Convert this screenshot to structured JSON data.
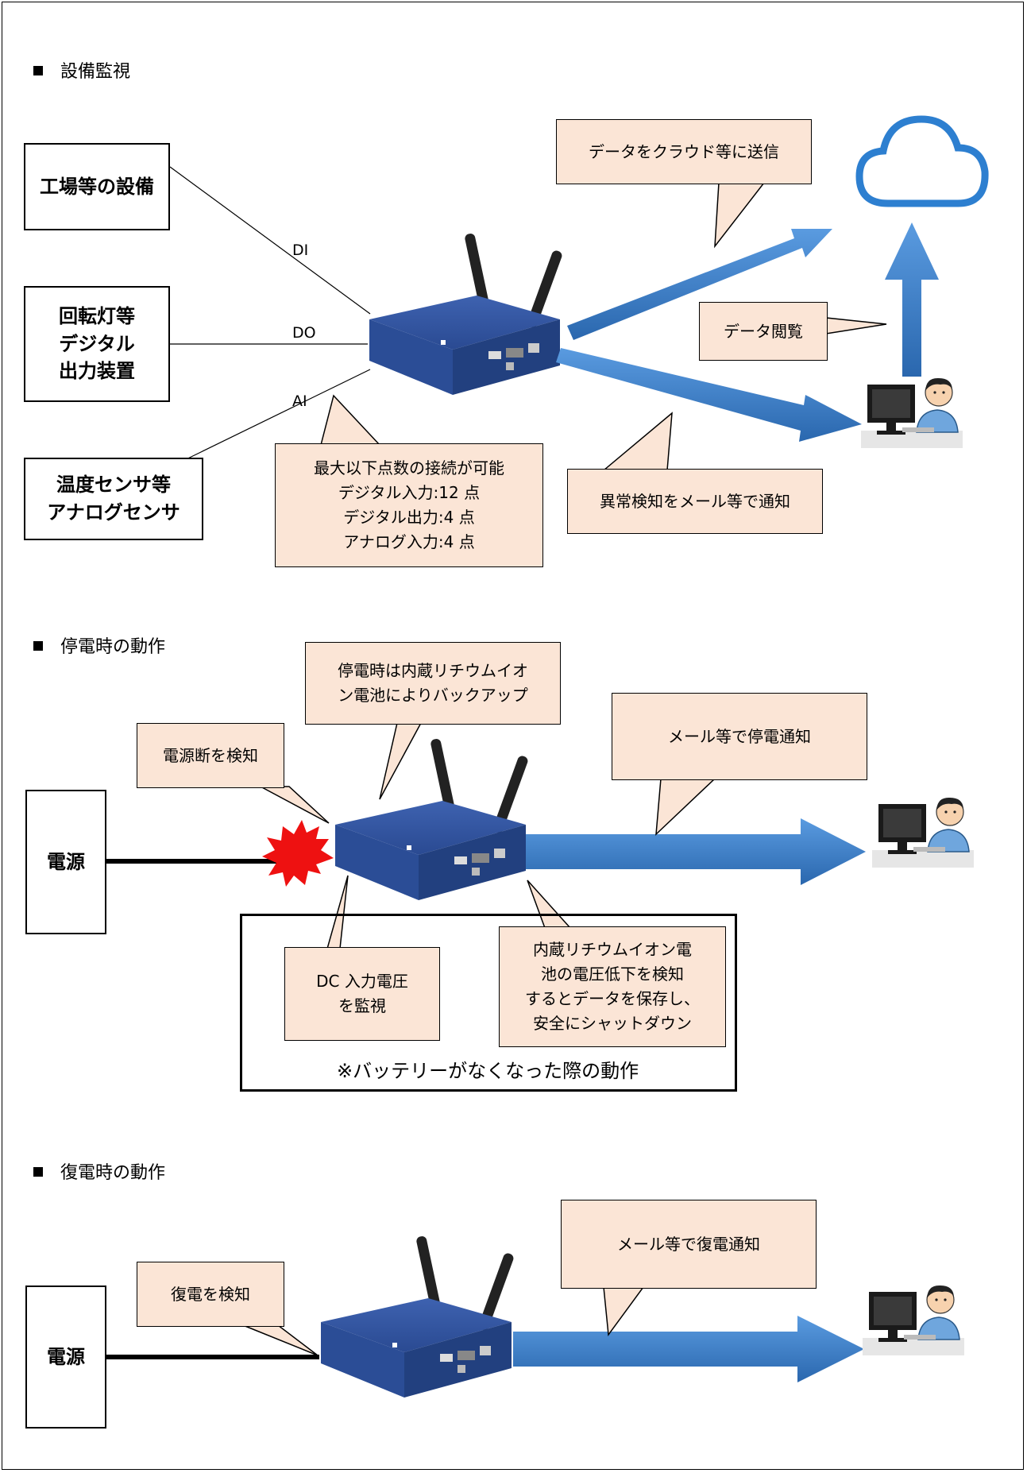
{
  "section1": {
    "heading": "設備監視",
    "box_factory": "工場等の設備",
    "box_digital_out": [
      "回転灯等",
      "デジタル",
      "出力装置"
    ],
    "box_analog": [
      "温度センサ等",
      "アナログセンサ"
    ],
    "label_di": "DI",
    "label_do": "DO",
    "label_ai": "AI",
    "callout_cloud": "データをクラウド等に送信",
    "callout_view": "データ閲覧",
    "callout_points": [
      "最大以下点数の接続が可能",
      "デジタル入力:12 点",
      "デジタル出力:4 点",
      "アナログ入力:4 点"
    ],
    "callout_alert": "異常検知をメール等で通知"
  },
  "section2": {
    "heading": "停電時の動作",
    "box_power": "電源",
    "callout_detect": "電源断を検知",
    "callout_backup": [
      "停電時は内蔵リチウムイオ",
      "ン電池によりバックアップ"
    ],
    "callout_notify": "メール等で停電通知",
    "callout_dc": [
      "DC 入力電圧",
      "を監視"
    ],
    "callout_shutdown": [
      "内蔵リチウムイオン電",
      "池の電圧低下を検知",
      "するとデータを保存し、",
      "安全にシャットダウン"
    ],
    "note": "※バッテリーがなくなった際の動作"
  },
  "section3": {
    "heading": "復電時の動作",
    "box_power": "電源",
    "callout_detect": "復電を検知",
    "callout_notify": "メール等で復電通知"
  },
  "colors": {
    "callout_fill": "#fbe5d6",
    "arrow_blue": "#3d7fc8",
    "device_blue": "#2b4d96",
    "burst_red": "#ee1111"
  }
}
